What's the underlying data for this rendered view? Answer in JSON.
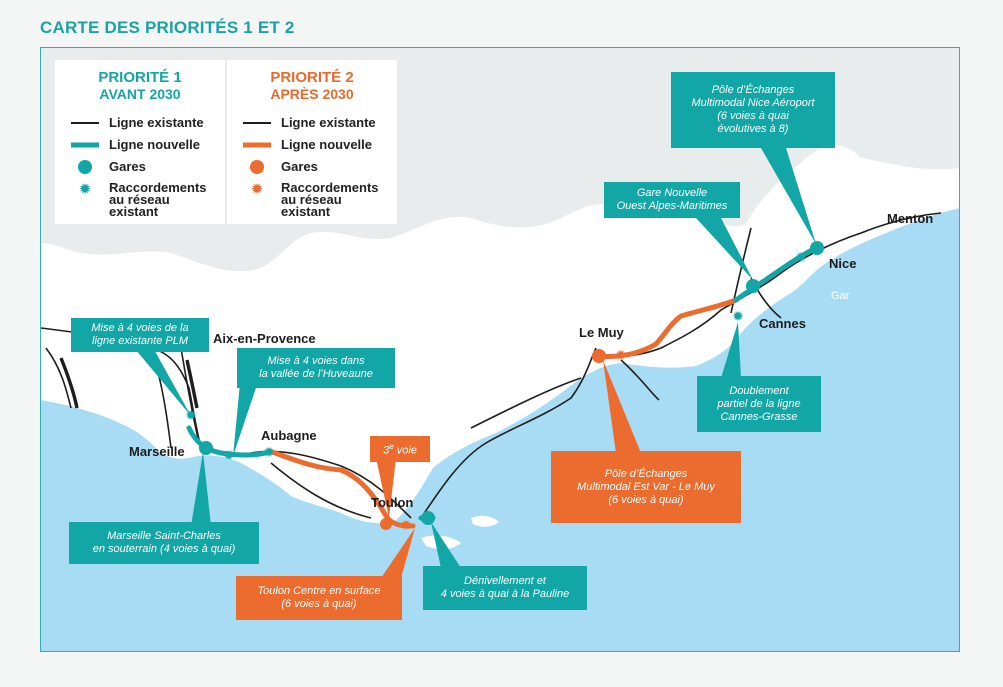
{
  "title": "CARTE DES PRIORITÉS 1 ET 2",
  "legend": {
    "p1": {
      "title": "PRIORITÉ 1",
      "subtitle": "AVANT 2030",
      "color": "#15a5a5",
      "items": [
        "Ligne existante",
        "Ligne nouvelle",
        "Gares",
        "Raccordements",
        "au réseau",
        "existant"
      ]
    },
    "p2": {
      "title": "PRIORITÉ 2",
      "subtitle": "APRÈS 2030",
      "color": "#ea6a2a",
      "items": [
        "Ligne existante",
        "Ligne nouvelle",
        "Gares",
        "Raccordements",
        "au réseau",
        "existant"
      ]
    }
  },
  "cities": {
    "aix": "Aix-en-Provence",
    "marseille": "Marseille",
    "aubagne": "Aubagne",
    "toulon": "Toulon",
    "lemuy": "Le Muy",
    "cannes": "Cannes",
    "nice": "Nice",
    "menton": "Menton",
    "gar": "Gar"
  },
  "callouts": {
    "plm": [
      "Mise à 4 voies de la",
      "ligne existante PLM"
    ],
    "huveaune": [
      "Mise à 4 voies dans",
      "la vallée de l’Huveaune"
    ],
    "saintcharles": [
      "Marseille Saint-Charles",
      "en souterrain (4 voies à quai)"
    ],
    "troisieme": [
      "3e voie"
    ],
    "toulon": [
      "Toulon Centre en surface",
      "(6 voies à quai)"
    ],
    "pauline": [
      "Dénivellement et",
      "4 voies à quai à la Pauline"
    ],
    "estvar": [
      "Pôle d’Échanges",
      "Multimodal Est Var - Le Muy",
      "(6 voies à quai)"
    ],
    "cannesgrasse": [
      "Doublement",
      "partiel de la ligne",
      "Cannes-Grasse"
    ],
    "ouestam": [
      "Gare Nouvelle",
      "Ouest Alpes-Maritimes"
    ],
    "niceaeroport": [
      "Pôle d’Échanges",
      "Multimodal Nice Aéroport",
      "(6 voies à quai",
      "évolutives à 8)"
    ]
  },
  "colors": {
    "teal": "#12a7a6",
    "orange": "#ec6b2e",
    "sea": "#a8dcf4",
    "land": "#ffffff",
    "frame": "#2fb1b1"
  }
}
